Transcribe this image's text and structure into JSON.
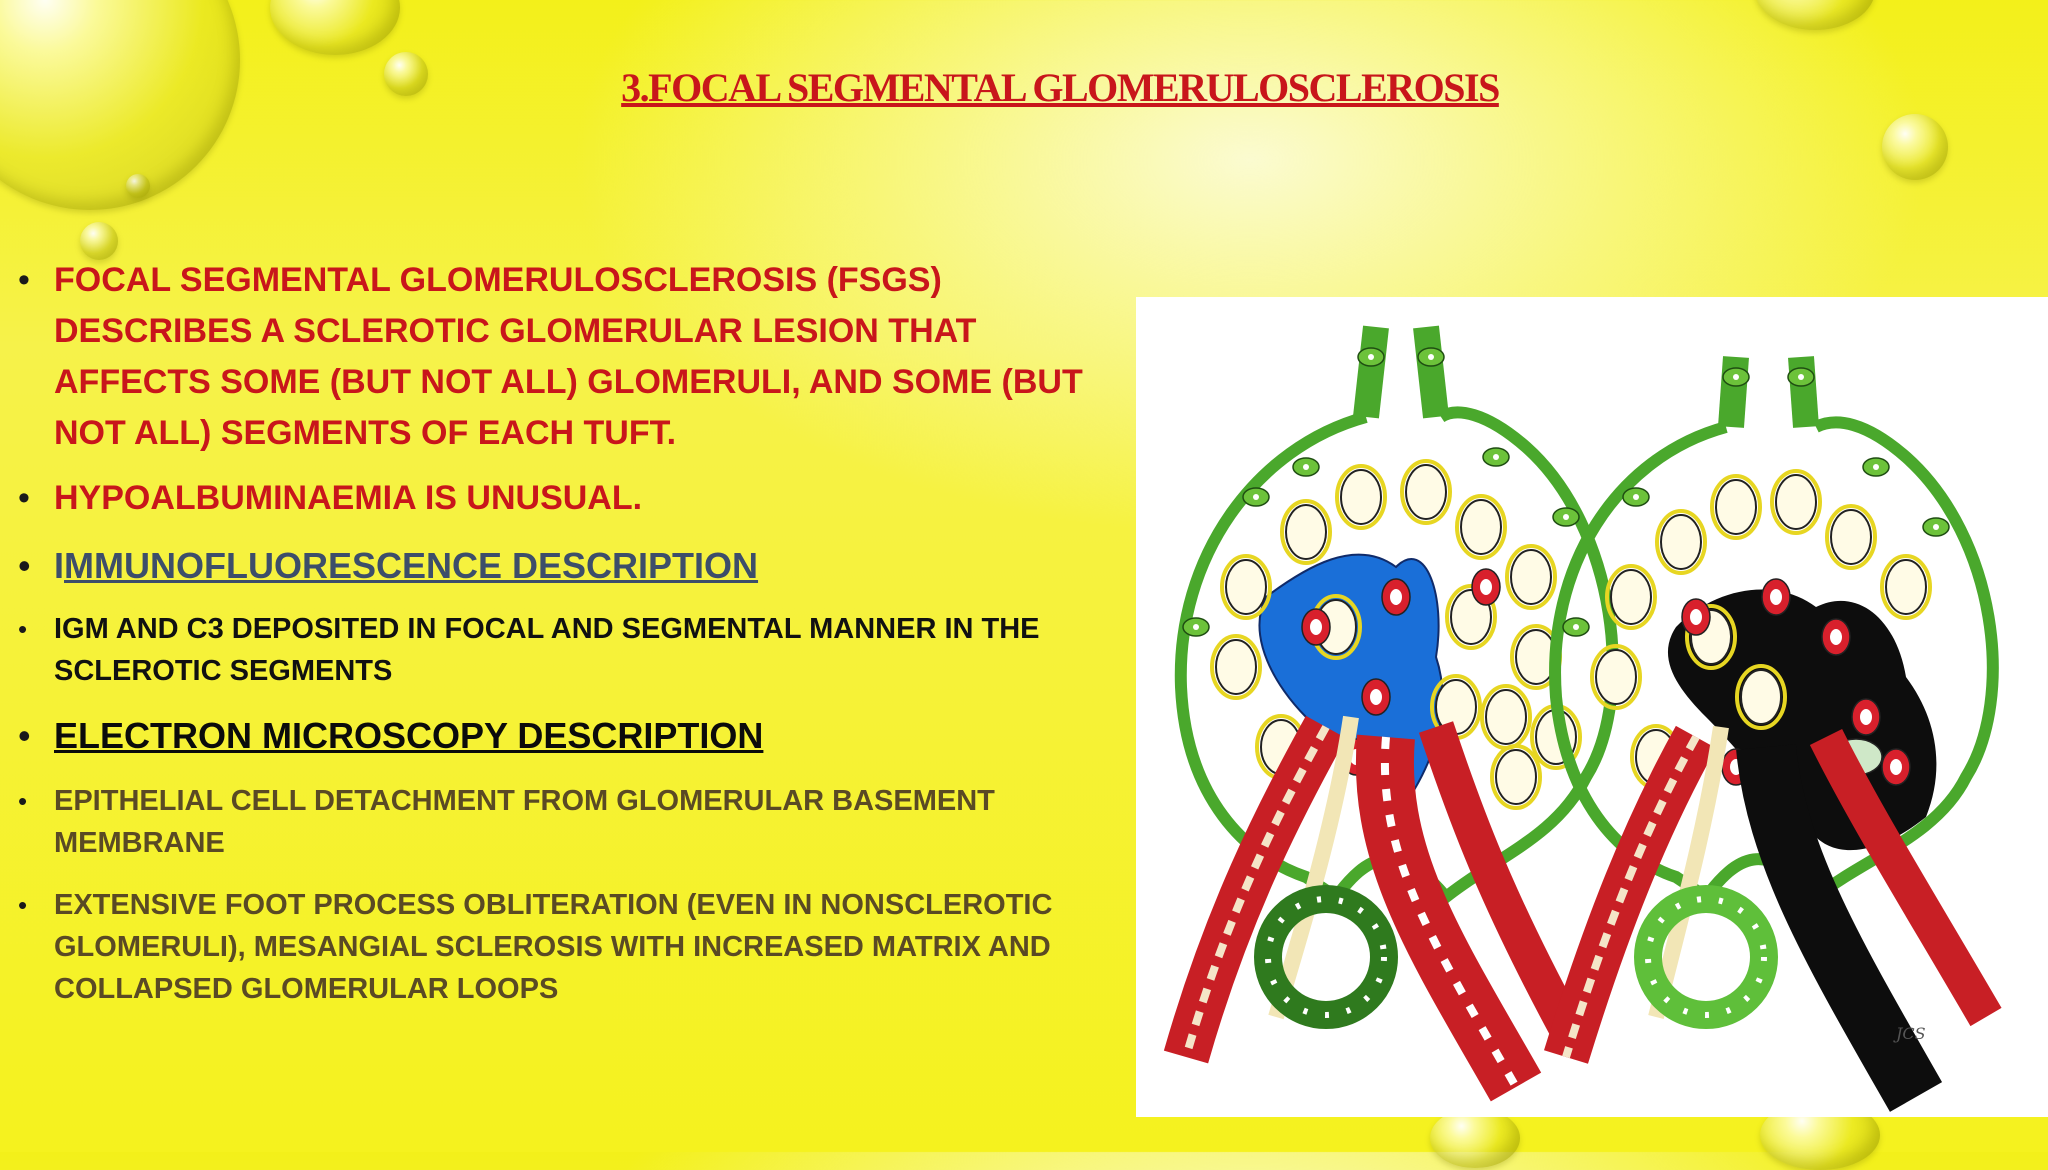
{
  "slide": {
    "title": "3.FOCAL SEGMENTAL GLOMERULOSCLEROSIS",
    "bullets": {
      "b1": "FOCAL SEGMENTAL GLOMERULOSCLEROSIS (FSGS) DESCRIBES A SCLEROTIC GLOMERULAR LESION THAT AFFECTS SOME (BUT NOT ALL) GLOMERULI, AND SOME (BUT NOT ALL) SEGMENTS OF EACH TUFT.",
      "b2": "HYPOALBUMINAEMIA IS UNUSUAL.",
      "b3_first": "I",
      "b3_rest": "MMUNOFLUORESCENCE DESCRIPTION",
      "b4": "IGM AND C3 DEPOSITED IN FOCAL AND SEGMENTAL MANNER IN THE SCLEROTIC SEGMENTS",
      "b5": "ELECTRON MICROSCOPY DESCRIPTION",
      "b6": "EPITHELIAL CELL DETACHMENT FROM GLOMERULAR BASEMENT MEMBRANE",
      "b7": "EXTENSIVE FOOT PROCESS OBLITERATION (EVEN IN NONSCLEROTIC GLOMERULI), MESANGIAL SCLEROSIS WITH INCREASED MATRIX AND COLLAPSED GLOMERULAR LOOPS"
    },
    "colors": {
      "title": "#c8161b",
      "red_text": "#c8161b",
      "heading_blue": "#3d4e6a",
      "brown_text": "#5a4a24",
      "background": "#f5f21e"
    },
    "figure": {
      "illustration": "two-glomerulus-diagrams",
      "artist_signature": "JCS"
    }
  }
}
